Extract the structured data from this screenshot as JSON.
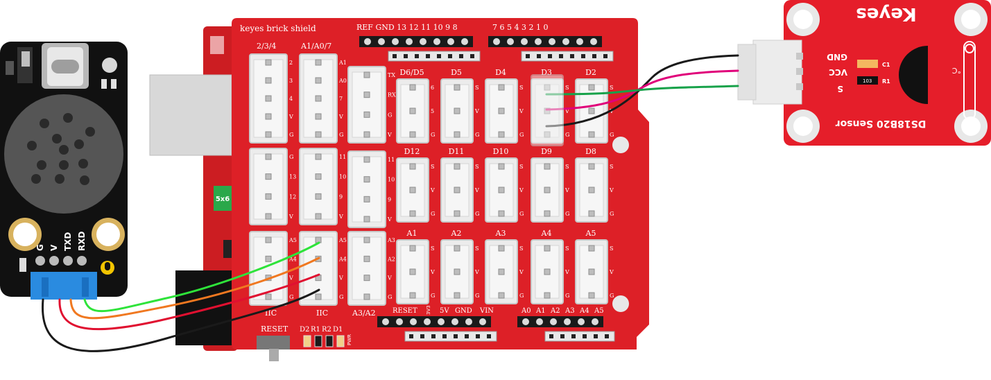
{
  "shield": {
    "title": "keyes brick shield",
    "top_header_left": "REF GND 13 12 11 10 9 8",
    "top_header_right": "7 6 5 4 3 2 1 0",
    "col_labels": [
      "2/3/4",
      "A1/A0/7"
    ],
    "row1_left_pins": [
      "2",
      "3",
      "4",
      "V",
      "G"
    ],
    "row1_mid_pins": [
      "A1",
      "A0",
      "7",
      "V",
      "G"
    ],
    "uart_pins": [
      "TX",
      "RX",
      "G",
      "V"
    ],
    "row2_left_pins": [
      "G",
      "13",
      "12",
      "V"
    ],
    "row2_mid_pins": [
      "11",
      "10",
      "9",
      "V"
    ],
    "spi_pins": [
      "11",
      "10",
      "9",
      "V"
    ],
    "row3_left_pins": [
      "A5",
      "A4",
      "V",
      "G"
    ],
    "row3_mid_pins": [
      "A5",
      "A4",
      "V",
      "G"
    ],
    "a3a2_pins": [
      "A3",
      "A2",
      "V",
      "G"
    ],
    "iic_left": "IIC",
    "iic_mid": "IIC",
    "a3a2_label": "A3/A2",
    "row1_ports": [
      "D6/D5",
      "D5",
      "D4",
      "D3",
      "D2"
    ],
    "d6d5_pins": [
      "6",
      "5",
      "G"
    ],
    "svg_pins": [
      "S",
      "V",
      "G"
    ],
    "row2_ports": [
      "D12",
      "D11",
      "D10",
      "D9",
      "D8"
    ],
    "row3_ports": [
      "A1",
      "A2",
      "A3",
      "A4",
      "A5"
    ],
    "power_header": "RESET 3V3 5V GND VIN",
    "power_labels": [
      "RESET",
      "3V3",
      "5V",
      "GND",
      "VIN"
    ],
    "analog_header": [
      "A0",
      "A1",
      "A2",
      "A3",
      "A4",
      "A5"
    ],
    "reset_label": "RESET",
    "leds": [
      "D2",
      "R1",
      "R2",
      "D1"
    ],
    "pwr": "PWR",
    "fuse": "5x6"
  },
  "voice_module": {
    "pins": [
      "G",
      "V",
      "TXD",
      "RXD"
    ]
  },
  "sensor": {
    "brand": "Keyes",
    "name": "DS18B20 Sensor",
    "pins": [
      "GND",
      "VCC",
      "S"
    ],
    "c1": "C1",
    "r1": "R1",
    "r1_code": "103",
    "deg": "°C"
  },
  "wire_colors": {
    "green": "#2ee33a",
    "orange": "#f07820",
    "red": "#e01030",
    "black": "#1a1a1a",
    "magenta": "#e0007a",
    "sensor_green": "#17a24a"
  },
  "colors": {
    "board_red": "#dd2027",
    "connector_white": "#ececec",
    "module_black": "#111111",
    "blue_connector": "#2a8be0"
  }
}
